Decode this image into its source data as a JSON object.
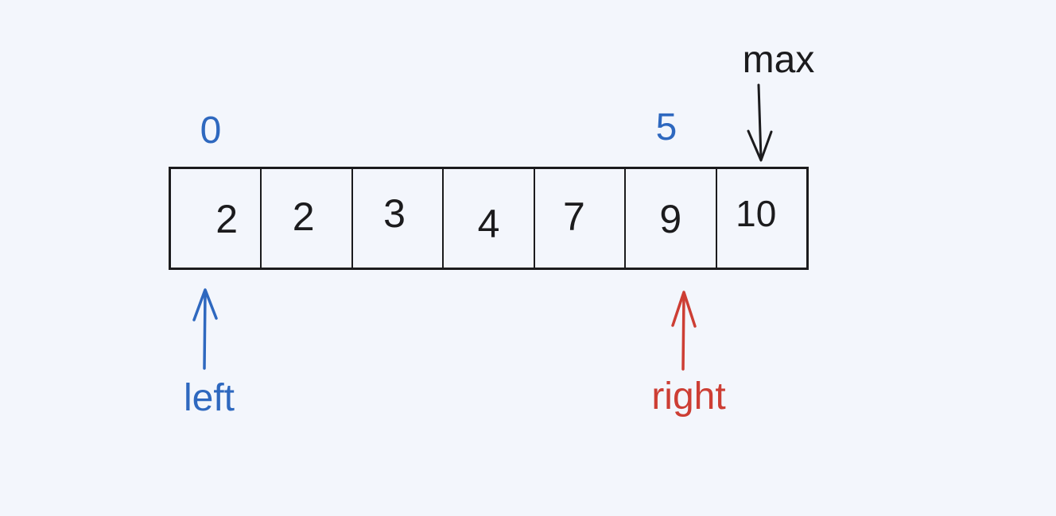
{
  "colors": {
    "background": "#f3f6fc",
    "ink": "#1b1b1d",
    "blue": "#2e68bf",
    "red": "#cd3e34"
  },
  "diagram": {
    "array": {
      "values": [
        "2",
        "2",
        "3",
        "4",
        "7",
        "9",
        "10"
      ]
    },
    "labels": {
      "left_index": "0",
      "right_index": "5",
      "max": "max",
      "left_pointer": "left",
      "right_pointer": "right"
    }
  }
}
